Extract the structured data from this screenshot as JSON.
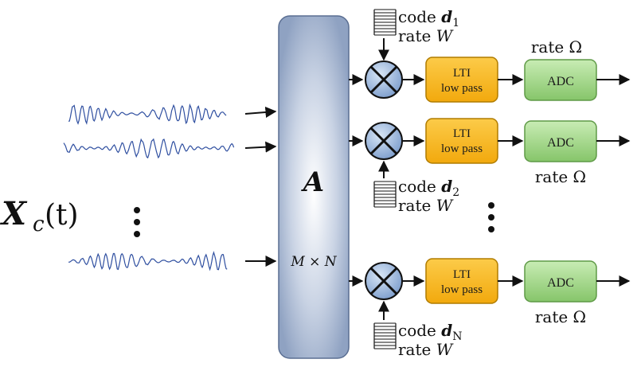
{
  "input_signal": {
    "symbol": "X",
    "subscript": "c",
    "argument": "(t)"
  },
  "matrix": {
    "symbol": "A",
    "dims": "M × N"
  },
  "vertical_dots": "⋮",
  "channels": [
    {
      "code_text": "code ",
      "code_symbol": "d",
      "code_sub": "1",
      "rate_text": "rate ",
      "rate_symbol": "W",
      "filter_line1": "LTI",
      "filter_line2": "low pass",
      "adc_label": "ADC",
      "adc_rate": "rate Ω"
    },
    {
      "code_text": "code ",
      "code_symbol": "d",
      "code_sub": "2",
      "rate_text": "rate ",
      "rate_symbol": "W",
      "filter_line1": "LTI",
      "filter_line2": "low pass",
      "adc_label": "ADC",
      "adc_rate": "rate Ω"
    },
    {
      "code_text": "code ",
      "code_symbol": "d",
      "code_sub": "N",
      "rate_text": "rate ",
      "rate_symbol": "W",
      "filter_line1": "LTI",
      "filter_line2": "low pass",
      "adc_label": "ADC",
      "adc_rate": "rate Ω"
    }
  ],
  "colors": {
    "matrix_fill_dark": "#8fa2c2",
    "matrix_fill_light": "#ffffff",
    "mixer_fill": "#8fb0d8",
    "filter_fill": "#f6b71c",
    "filter_stroke": "#b07c00",
    "adc_fill": "#9ad17f",
    "adc_stroke": "#5f9a47",
    "wave": "#2f4fa0",
    "arrow": "#111111"
  },
  "icons": [
    "multiplier-icon",
    "waveform-icon",
    "code-sequence-icon",
    "arrow-icon"
  ]
}
